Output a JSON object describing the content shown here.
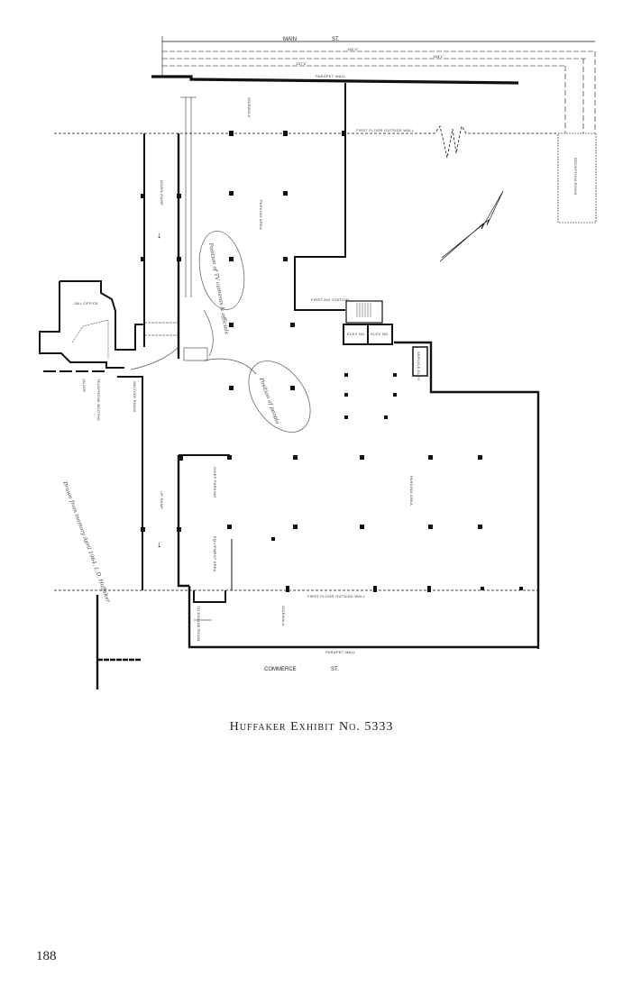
{
  "plan": {
    "streets": {
      "north": "MAIN",
      "north_suffix": "ST.",
      "south": "COMMERCE",
      "south_suffix": "ST."
    },
    "labels": {
      "parapet_wall_top": "PARAPET WALL",
      "parapet_wall_bottom": "PARAPET WALL",
      "first_floor_outside_wall_top": "FIRST FLOOR OUTSIDE WALL",
      "first_floor_outside_wall_bottom": "FIRST FLOOR OUTSIDE WALL",
      "sidewalk_top": "SIDEWALK",
      "sidewalk_bottom": "SIDEWALK",
      "down_ramp": "DOWN RAMP",
      "up_ramp": "UP RAMP",
      "parking_area_top": "PARKING AREA",
      "parking_area_bottom": "PARKING AREA",
      "first_aid_station": "FIRST AID STATION",
      "elev_1": "ELEV NO. 1",
      "elev_2": "ELEV NO. 2",
      "service_elev": "SERVICE ELEV",
      "reception_room": "RECEPTION ROOM",
      "jail_office": "JAIL OFFICE",
      "telephone_booths": "TELEPHONE BOOTHS",
      "jailer": "JAILER",
      "waiting_room": "WAITING ROOM",
      "chief_parking": "CHIEF PARKING",
      "equipment_area": "EQUIPMENT AREA",
      "to_engine_room": "TO ENGINE ROOM",
      "dim_1": "162'4\"",
      "dim_2": "165'1\"",
      "dim_3": "157'6\""
    },
    "handwritten": {
      "note_upper": "Position of TV cameras & officials",
      "note_lower": "Position of people",
      "note_left": "Drawn from memory April 1964, L.D. Huffaker"
    }
  },
  "caption": "Huffaker Exhibit No. 5333",
  "page_number": "188"
}
